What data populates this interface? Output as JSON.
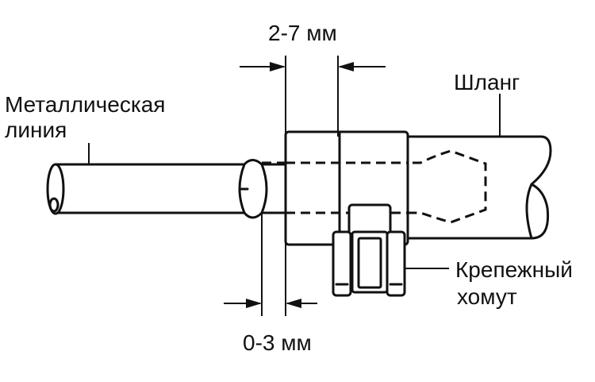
{
  "labels": {
    "metal_line_1": "Металлическая",
    "metal_line_2": "линия",
    "hose": "Шланг",
    "clamp_1": "Крепежный",
    "clamp_2": "хомут",
    "dim_top": "2-7 мм",
    "dim_bottom": "0-3 мм"
  },
  "colors": {
    "line": "#111111",
    "background": "#ffffff"
  }
}
